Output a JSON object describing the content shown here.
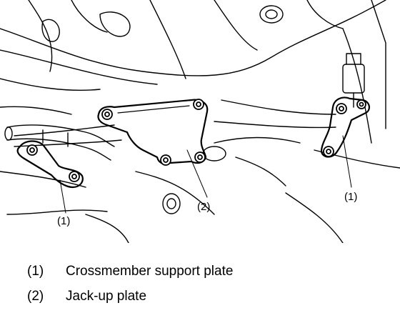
{
  "diagram": {
    "callouts": [
      {
        "id": "c1a",
        "text": "(1)"
      },
      {
        "id": "c1b",
        "text": "(1)"
      },
      {
        "id": "c2",
        "text": "(2)"
      }
    ]
  },
  "legend": [
    {
      "num": "(1)",
      "label": "Crossmember support plate"
    },
    {
      "num": "(2)",
      "label": "Jack-up plate"
    }
  ]
}
